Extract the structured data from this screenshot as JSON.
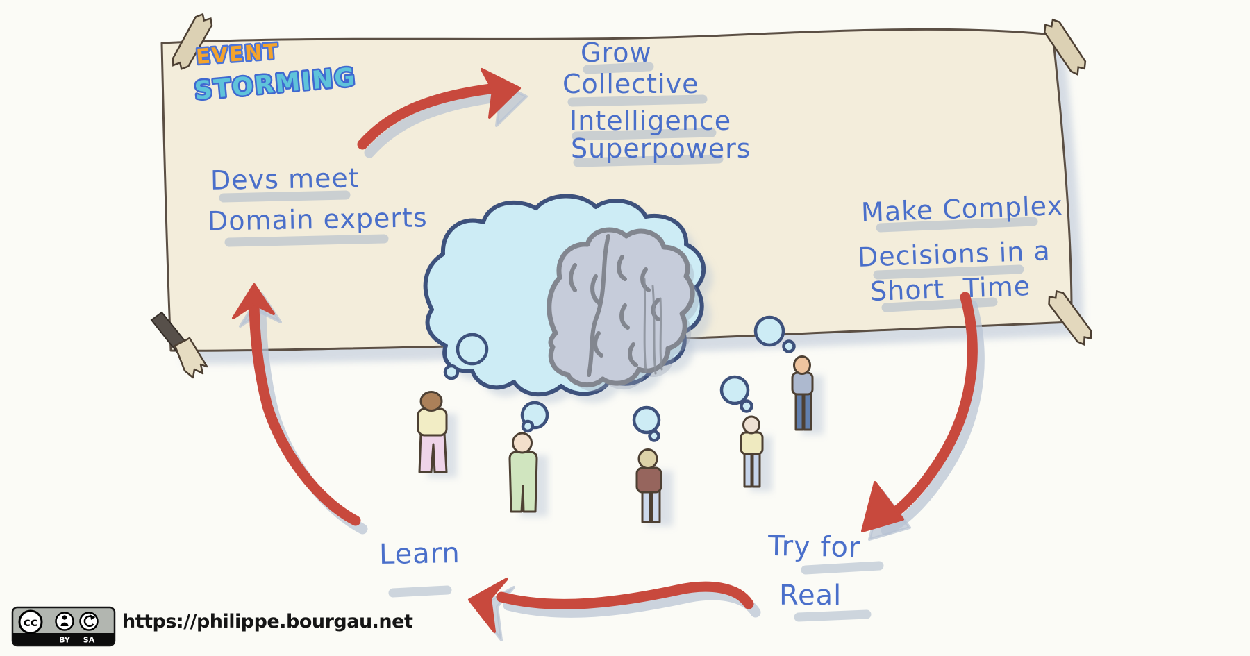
{
  "logo": {
    "event": "EVENT",
    "storming": "STORMING"
  },
  "steps": {
    "devs_meet": {
      "line1": "Devs meet",
      "line2": "Domain experts"
    },
    "grow": {
      "line1": "Grow",
      "line2": "Collective",
      "line3": "Intelligence",
      "line4": "Superpowers"
    },
    "decisions": {
      "line1": "Make Complex",
      "line2": "Decisions in a",
      "line3": "Short Time"
    },
    "try_real": {
      "line1": "Try for",
      "line2": "Real"
    },
    "learn": {
      "line1": "Learn"
    }
  },
  "license": {
    "cc": "cc",
    "by": "BY",
    "sa": "SA"
  },
  "footer": {
    "url": "https://philippe.bourgau.net"
  },
  "colors": {
    "ink_blue": "#4a6fca",
    "arrow_red": "#c8493d",
    "paper_cream": "#f3eddb",
    "cloud_blue": "#cdecf5",
    "outline_navy": "#3d517c",
    "highlight_gray": "#a8b6c8",
    "logo_orange": "#f4a42c",
    "logo_teal": "#5fc3da"
  }
}
